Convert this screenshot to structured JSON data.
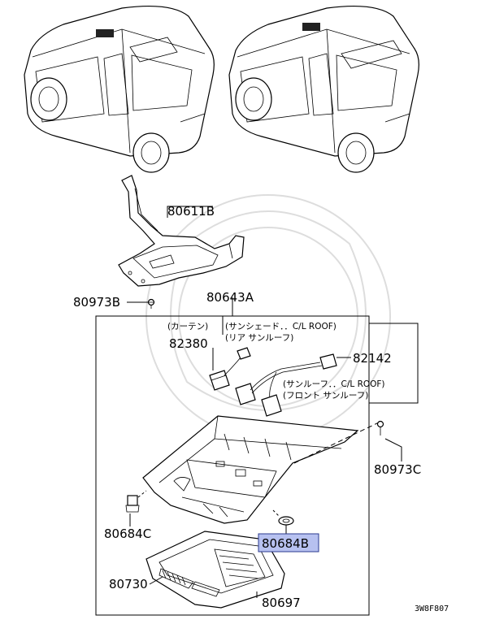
{
  "parts": {
    "p80611B": "80611B",
    "p80973B": "80973B",
    "p80643A": "80643A",
    "p82380": "82380",
    "p82142": "82142",
    "p80973C": "80973C",
    "p80684C": "80684C",
    "p80684B": "80684B",
    "p80730": "80730",
    "p80697": "80697"
  },
  "notes": {
    "curtain": "(カーテン)",
    "sunshade_line1": "(サンシェード．．C/L ROOF)",
    "sunshade_line2": "(リア サンルーフ)",
    "sunroof_line1": "(サンルーフ．．C/L ROOF)",
    "sunroof_line2": "(フロント サンルーフ)"
  },
  "reference_code": "3W8F807",
  "colors": {
    "highlight_fill": "#b7c1f0",
    "highlight_stroke": "#2b3a8f",
    "line": "#000000"
  }
}
